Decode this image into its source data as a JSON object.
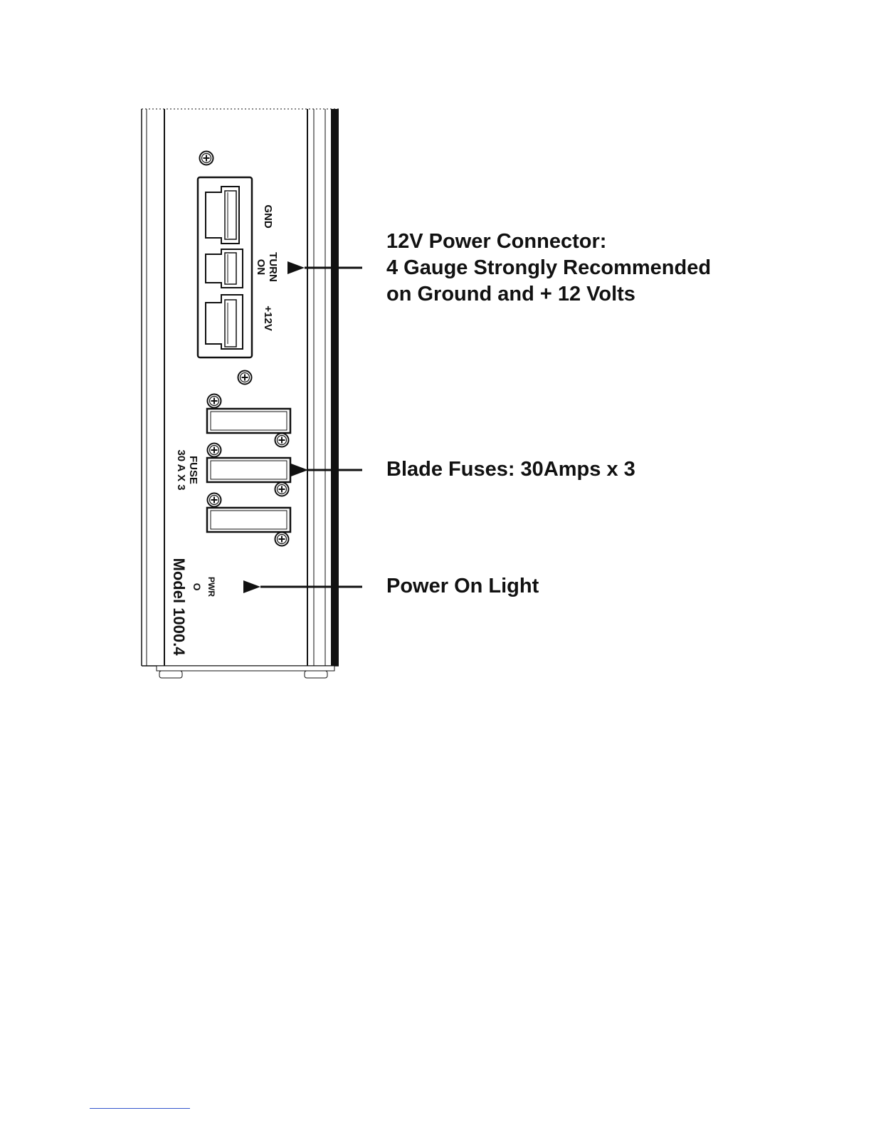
{
  "panel": {
    "connector_labels": {
      "gnd": "GND",
      "turn_on_1": "TURN",
      "turn_on_2": "ON",
      "plus12v": "+12V"
    },
    "fuse_label_1": "FUSE",
    "fuse_label_2": "30 A X 3",
    "pwr_label": "PWR",
    "pwr_indicator": "O",
    "model": "Model 1000.4"
  },
  "callouts": {
    "power_connector": [
      "12V Power Connector:",
      "4 Gauge Strongly Recommended",
      "on Ground and + 12 Volts"
    ],
    "blade_fuses": "Blade Fuses: 30Amps x 3",
    "power_light": "Power On Light"
  },
  "colors": {
    "ink": "#111111",
    "rule": "#3355cc"
  }
}
